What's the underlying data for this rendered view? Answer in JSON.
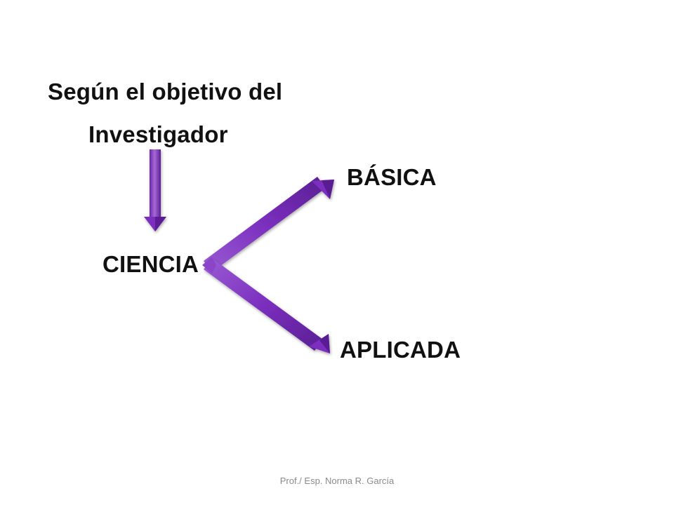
{
  "diagram": {
    "title_line1": "Según el objetivo del",
    "title_line2": "Investigador",
    "root": "CIENCIA",
    "branch_top": "BÁSICA",
    "branch_bottom": "APLICADA"
  },
  "footer": {
    "author": "Prof./ Esp. Norma R. García"
  },
  "colors": {
    "arrow_fill": "#7b2fbe",
    "arrow_highlight": "#a86ad9",
    "arrow_shadow": "#5a1f93",
    "text": "#111111"
  }
}
